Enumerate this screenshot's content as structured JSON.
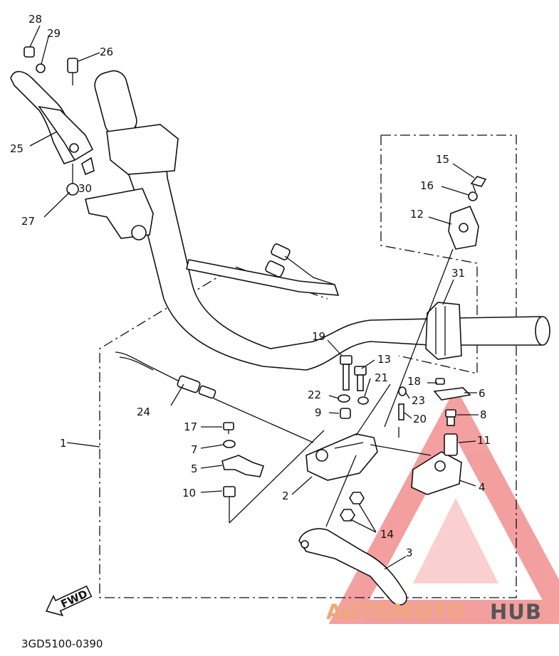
{
  "diagram_code": "3GD5100-0390",
  "fwd_label": "FWD",
  "watermark": {
    "part1": "AUTOMOTO",
    "part2": "HUB",
    "color_main": "#f0a878",
    "color_second": "#555555",
    "logo_color": "#f08080"
  },
  "callouts": {
    "c1": "1",
    "c2": "2",
    "c3": "3",
    "c4": "4",
    "c5": "5",
    "c6": "6",
    "c7": "7",
    "c8": "8",
    "c9": "9",
    "c10": "10",
    "c11": "11",
    "c12": "12",
    "c13": "13",
    "c14": "14",
    "c15": "15",
    "c16": "16",
    "c17": "17",
    "c18": "18",
    "c19": "19",
    "c20": "20",
    "c21": "21",
    "c22": "22",
    "c23": "23",
    "c24": "24",
    "c25": "25",
    "c26": "26",
    "c27": "27",
    "c28": "28",
    "c29": "29",
    "c30": "30",
    "c31": "31"
  }
}
